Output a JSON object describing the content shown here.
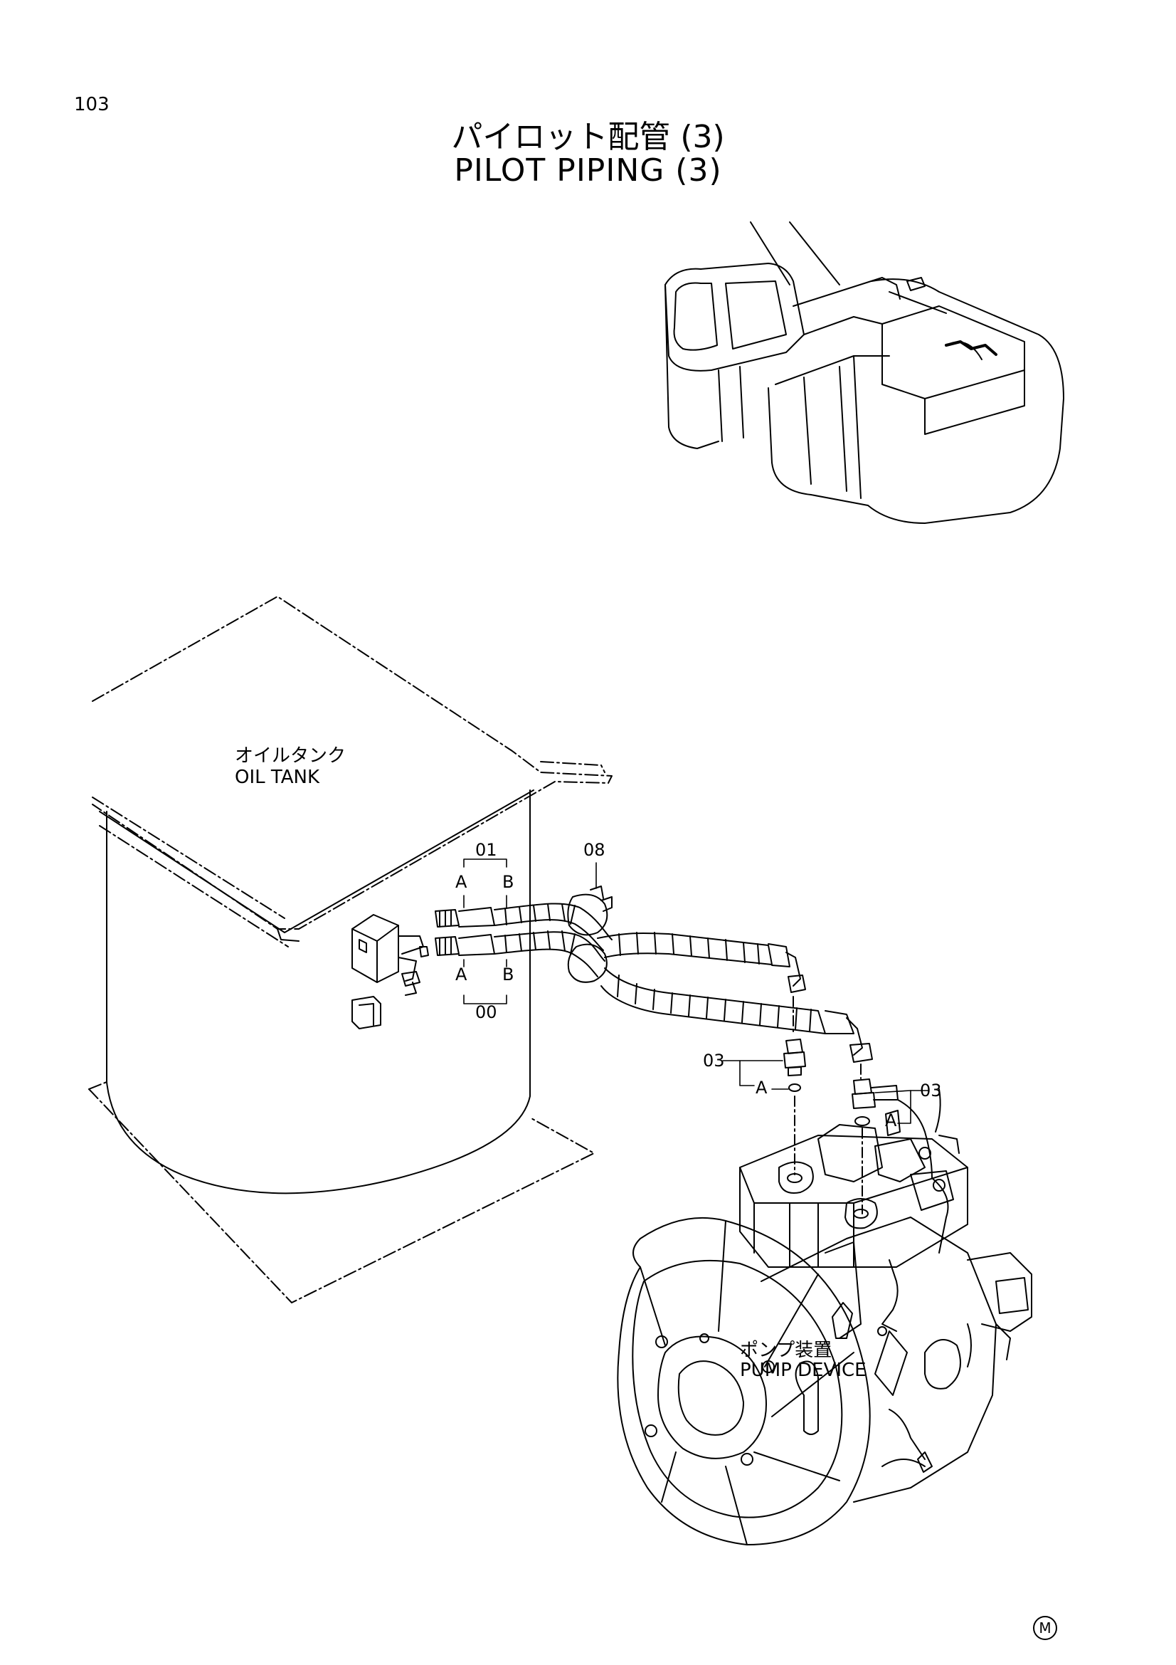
{
  "page": {
    "number": "103",
    "title_jp": "パイロット配管 (3)",
    "title_en": "PILOT PIPING (3)",
    "mark": "M"
  },
  "labels": {
    "oil_tank_jp": "オイルタンク",
    "oil_tank_en": "OIL TANK",
    "pump_device_jp": "ポンプ装置",
    "pump_device_en": "PUMP DEVICE"
  },
  "callouts": {
    "part_01": "01",
    "part_00": "00",
    "part_08": "08",
    "part_03_left": "03",
    "part_03_right": "03",
    "a_upper": "A",
    "b_upper": "B",
    "a_lower": "A",
    "b_lower": "B",
    "a_left_fitting": "A",
    "a_right_fitting": "A"
  }
}
